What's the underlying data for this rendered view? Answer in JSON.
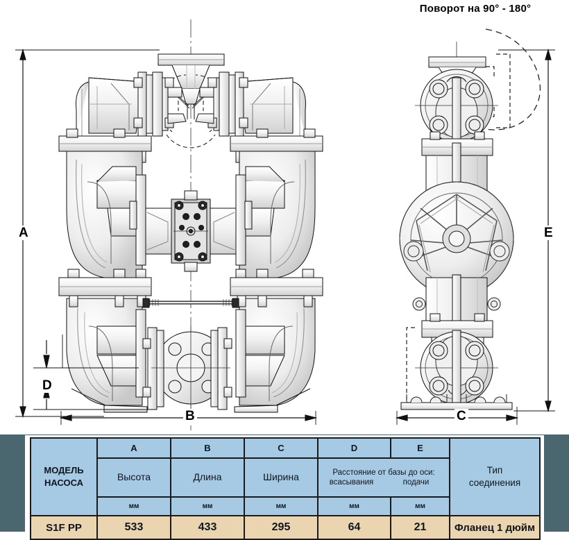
{
  "drawing": {
    "rotation_title": "Поворот на 90° - 180°",
    "dimension_labels": {
      "A": "A",
      "B": "B",
      "C": "C",
      "D": "D",
      "E": "E"
    },
    "line_color": "#000000",
    "fill_color": "#e9e9e9",
    "background": "#ffffff"
  },
  "table": {
    "colors": {
      "band_background": "#4A666F",
      "header_fill": "#A6C9E4",
      "value_fill": "#EAD5B0",
      "border": "#1a1a1a"
    },
    "model_header": {
      "line1": "МОДЕЛЬ",
      "line2": "НАСОСА"
    },
    "letters": [
      "A",
      "B",
      "C",
      "D",
      "E"
    ],
    "names": [
      "Высота",
      "Длина",
      "Ширина"
    ],
    "distance_group": {
      "title": "Расстояние от базы до оси:",
      "sub_suction": "всасывания",
      "sub_discharge": "подачи"
    },
    "connection_header": {
      "line1": "Тип",
      "line2": "соединения"
    },
    "units": [
      "мм",
      "мм",
      "мм",
      "мм",
      "мм"
    ],
    "rows": [
      {
        "model": "S1F PP",
        "A": "533",
        "B": "433",
        "C": "295",
        "D": "64",
        "E": "21",
        "connection": "Фланец 1 дюйм"
      }
    ]
  }
}
